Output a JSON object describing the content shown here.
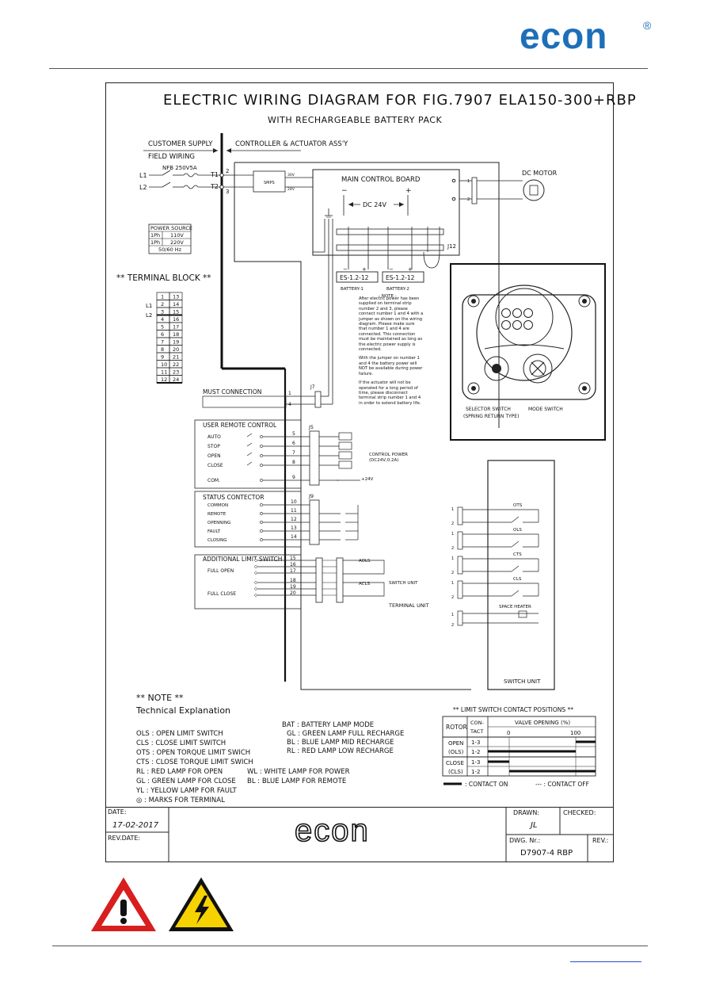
{
  "header": {
    "brand": "econ",
    "reg": "®"
  },
  "diagram": {
    "title": "ELECTRIC WIRING DIAGRAM FOR FIG.7907 ELA150-300+RBP",
    "subtitle": "WITH RECHARGEABLE BATTERY PACK",
    "customer_supply": "CUSTOMER SUPPLY",
    "field_wiring": "FIELD WIRING",
    "controller_assy": "CONTROLLER & ACTUATOR ASS'Y",
    "nfb": "NFB 250V5A",
    "l1": "L1",
    "l2": "L2",
    "t1": "T1",
    "t2": "T2",
    "main_board": "MAIN CONTROL BOARD",
    "dc24": "DC 24V",
    "dc_motor": "DC MOTOR",
    "j12": "J12",
    "smps": "SMPS",
    "battery1_box": "ES-1.2-12",
    "battery2_box": "ES-1.2-12",
    "battery1": "BATTERY-1",
    "battery2": "BATTERY-2",
    "power_source": {
      "header": "POWER SOURCE",
      "rows": [
        [
          "1Ph",
          "110V"
        ],
        [
          "1Ph",
          "220V"
        ],
        [
          "",
          "50/60 Hz"
        ]
      ]
    },
    "terminal_block_title": "** TERMINAL BLOCK **",
    "terminal_block": [
      [
        "1",
        "13"
      ],
      [
        "2",
        "14"
      ],
      [
        "3",
        "15"
      ],
      [
        "4",
        "16"
      ],
      [
        "5",
        "17"
      ],
      [
        "6",
        "18"
      ],
      [
        "7",
        "19"
      ],
      [
        "8",
        "20"
      ],
      [
        "9",
        "21"
      ],
      [
        "10",
        "22"
      ],
      [
        "11",
        "23"
      ],
      [
        "12",
        "24"
      ]
    ],
    "tb_l1": "L1",
    "tb_l2": "L2",
    "note_title": "- NOTE -",
    "note_p1": "After electric power has been supplied on terminal strip number 2 and 3, please connect number 1 and 4 with a jumper as shown on the wiring diagram. Please make sure that number 1 and 4 are connected. This connection must be maintained as long as the electric power supply is connected.",
    "note_p2": "With the jumper on number 1 and 4 the battery power will NOT be available during power failure.",
    "note_p3": "If the actuator will not be operated for a long period of time, please disconnect terminal strip number 1 and 4 in order to extend battery life.",
    "must_connection": "MUST CONNECTION",
    "j7": "J7",
    "user_remote": "USER REMOTE CONTROL",
    "j5": "J5",
    "remote_items": [
      "AUTO",
      "STOP",
      "OPEN",
      "CLOSE",
      "COM."
    ],
    "control_power": "CONTROL POWER",
    "control_power_spec": "(DC24V,0.2A)",
    "plus24": "+24V",
    "status_contactor": "STATUS CONTECTOR",
    "j9": "J9",
    "status_items": [
      "COMMON",
      "REMOTE",
      "OPENNING",
      "FAULT",
      "CLOSING"
    ],
    "additional_limit": "ADDITIONAL LIMIT SWITCH",
    "full_open": "FULL OPEN",
    "full_close": "FULL CLOSE",
    "aols": "AOLS",
    "acls": "ACLS",
    "switch_unit_small": "SWITCH UNIT",
    "terminal_unit": "TERMINAL UNIT",
    "selector_switch": "SELECTOR SWITCH",
    "spring_return": "(SPRING RETURN TYPE)",
    "mode_switch": "MODE SWITCH",
    "switch_unit": "SWITCH UNIT",
    "ots": "OTS",
    "ols": "OLS",
    "cts": "CTS",
    "cls": "CLS",
    "space_heater": "SPACE HEATER",
    "note_header": "** NOTE **",
    "tech_expl": "Technical Explanation",
    "abbr_left": [
      "OLS : OPEN LIMIT SWITCH",
      "CLS : CLOSE LIMIT SWITCH",
      "OTS : OPEN TORQUE LIMIT SWICH",
      "CTS : CLOSE TORQUE LIMIT SWICH",
      "RL : RED LAMP FOR OPEN",
      "GL : GREEN LAMP FOR CLOSE",
      "YL : YELLOW LAMP FOR FAULT",
      "◎ : MARKS FOR TERMINAL"
    ],
    "abbr_wl": "WL : WHITE LAMP FOR POWER",
    "abbr_bl": "BL : BLUE LAMP FOR REMOTE",
    "bat_items": [
      "BAT : BATTERY LAMP MODE",
      "GL : GREEN LAMP FULL RECHARGE",
      "BL : BLUE LAMP MID RECHARGE",
      "RL : RED LAMP LOW RECHARGE"
    ],
    "lsc_title": "** LIMIT SWITCH CONTACT POSITIONS **",
    "lsc_rotor": "ROTOR",
    "lsc_contact": "CON-TACT",
    "lsc_valve": "VALVE OPENING (%)",
    "lsc_0": "0",
    "lsc_100": "100",
    "lsc_open": "OPEN",
    "lsc_ols": "(OLS)",
    "lsc_close": "CLOSE",
    "lsc_cls": "(CLS)",
    "lsc_13": "1-3",
    "lsc_12": "1-2",
    "contact_on": ": CONTACT ON",
    "contact_off": "--- : CONTACT OFF",
    "tb_date_label": "DATE:",
    "tb_date": "17-02-2017",
    "tb_revdate": "REV.DATE:",
    "tb_logo": "econ",
    "tb_drawn": "DRAWN:",
    "tb_drawn_val": "JL",
    "tb_checked": "CHECKED:",
    "tb_dwg": "DWG. Nr.:",
    "tb_dwg_val": "D7907-4 RBP",
    "tb_rev": "REV.:"
  },
  "colors": {
    "brand": "#1d6fb8",
    "warn_red": "#d81e1e",
    "warn_yellow": "#f6d300"
  }
}
